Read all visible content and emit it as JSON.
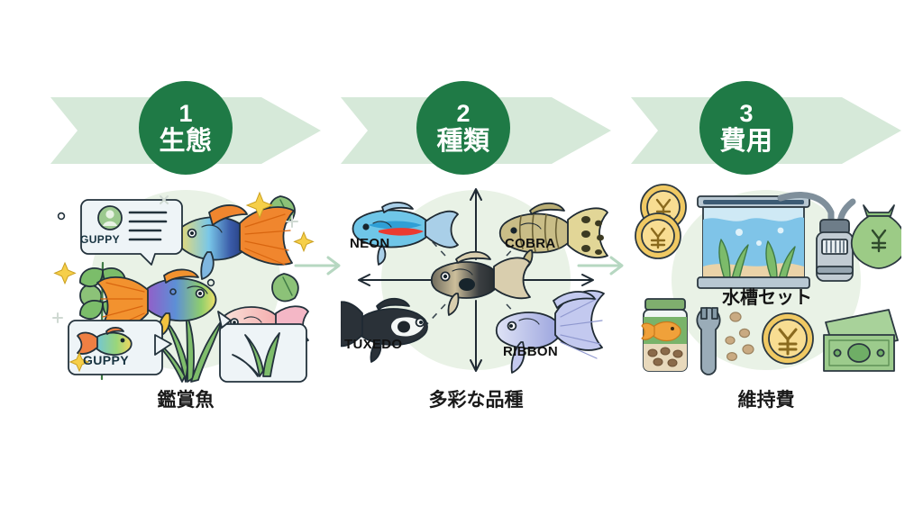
{
  "theme": {
    "accent_green": "#1f7a46",
    "banner_green": "#d6e9d9",
    "tint_green": "#e9f2e6",
    "text_dark": "#1a1a1a",
    "background": "#ffffff"
  },
  "steps": [
    {
      "number": "1",
      "title": "生態",
      "caption": "鑑賞魚",
      "badges": [
        {
          "name": "guppy-id-card",
          "label": "GUPPY"
        },
        {
          "name": "guppy-speech-card",
          "label": "GUPPY"
        }
      ]
    },
    {
      "number": "2",
      "title": "種類",
      "caption": "多彩な品種",
      "varieties": [
        {
          "label": "NEON",
          "position": "top-left"
        },
        {
          "label": "COBRA",
          "position": "top-right"
        },
        {
          "label": "TUXEDO",
          "position": "bottom-left"
        },
        {
          "label": "RIBBON",
          "position": "bottom-right"
        }
      ]
    },
    {
      "number": "3",
      "title": "費用",
      "caption": "維持費",
      "tank_label": "水槽セット",
      "cost_items": [
        "yen-coins",
        "aquarium-tank",
        "filter",
        "money-bag",
        "fish-food-jar",
        "wrench",
        "pellets",
        "yen-coin",
        "banknotes"
      ]
    }
  ]
}
